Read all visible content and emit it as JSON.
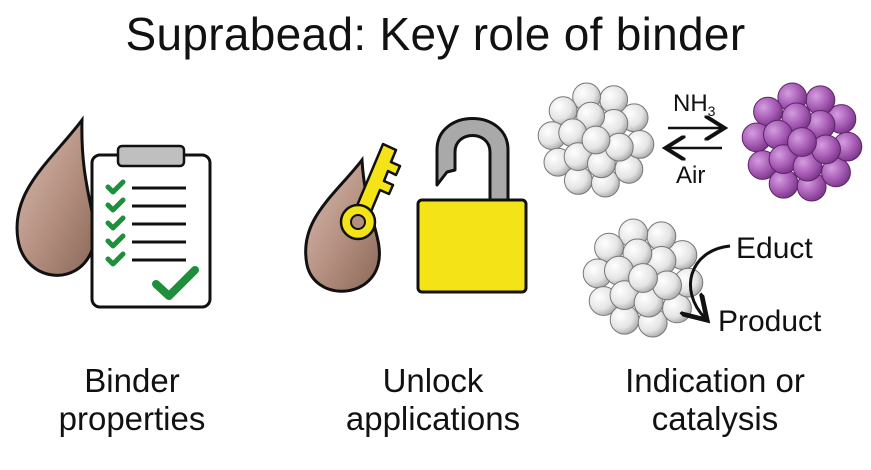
{
  "title": "Suprabead: Key role of binder",
  "panels": [
    {
      "caption_lines": [
        "Binder",
        "properties"
      ]
    },
    {
      "caption_lines": [
        "Unlock",
        "applications"
      ]
    },
    {
      "caption_lines": [
        "Indication or",
        "catalysis"
      ]
    }
  ],
  "labels": {
    "nh3_base": "NH",
    "nh3_sub": "3",
    "air": "Air",
    "educt": "Educt",
    "product": "Product"
  },
  "icons": {
    "drop": "drop-icon",
    "clipboard": "clipboard-checklist-icon",
    "key": "key-icon",
    "lock": "open-padlock-icon",
    "bead": "bead-cluster-icon"
  },
  "colors": {
    "drop_fill": "#b48f80",
    "key_fill": "#f4e317",
    "lock_fill": "#f4e317",
    "shackle_fill": "#a9a9a9",
    "check_green": "#1e8f3a",
    "bead_gray": "#d9d9d9",
    "bead_purple": "#a256b0"
  }
}
